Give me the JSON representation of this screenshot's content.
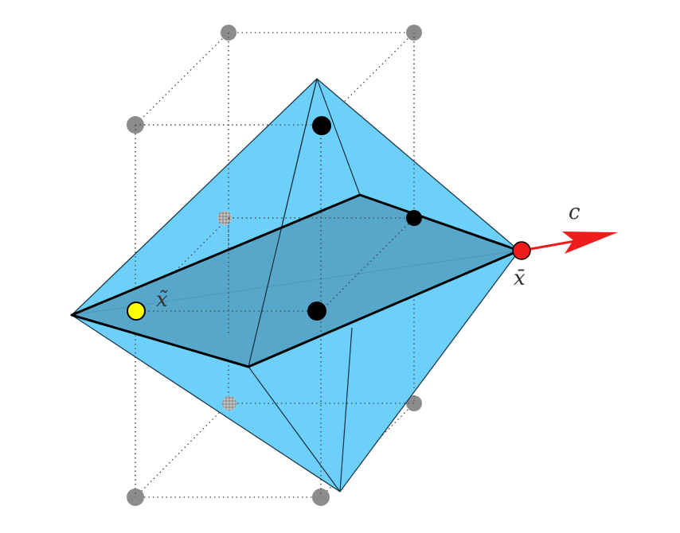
{
  "labels": {
    "x_tilde": "x̃",
    "x_bar": "x̄",
    "direction": "c"
  },
  "colors": {
    "polytope_fill": "#6dd0fb",
    "section_fill": "#56a3c6",
    "lattice_point": "#8c8c8c",
    "interior_point": "#000000",
    "x_tilde_point": "#ffff00",
    "x_bar_point": "#ee1c1c",
    "direction_arrow": "#ee1c1c"
  },
  "icons": {
    "lattice_point": "gray-circle",
    "hidden_lattice_point": "gray-circle-grid",
    "arrow": "red-arrow"
  }
}
